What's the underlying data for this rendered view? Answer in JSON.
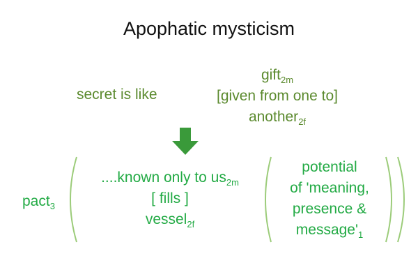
{
  "title": "Apophatic mysticism",
  "top": {
    "left_phrase": "secret is like",
    "right": {
      "line1": {
        "text": "gift",
        "sub": "2m"
      },
      "line2": {
        "text": "[given from one to]"
      },
      "line3": {
        "text": "another",
        "sub": "2f"
      }
    }
  },
  "bottom": {
    "pact": {
      "text": "pact",
      "sub": "3"
    },
    "inner": {
      "line1": {
        "text": "....known only to us",
        "sub": "2m"
      },
      "line2": {
        "text": "[ fills ]"
      },
      "line3": {
        "text": "vessel",
        "sub": "2f"
      }
    },
    "innermost": {
      "line1": "potential",
      "line2": "of 'meaning,",
      "line3": "presence &",
      "line4": {
        "text": "message'",
        "sub": "1"
      }
    }
  },
  "colors": {
    "title": "#111111",
    "top_text": "#5b8a2e",
    "bottom_text": "#22aa44",
    "arrow": "#3a9a3a",
    "brackets": "#9ccc7a"
  }
}
